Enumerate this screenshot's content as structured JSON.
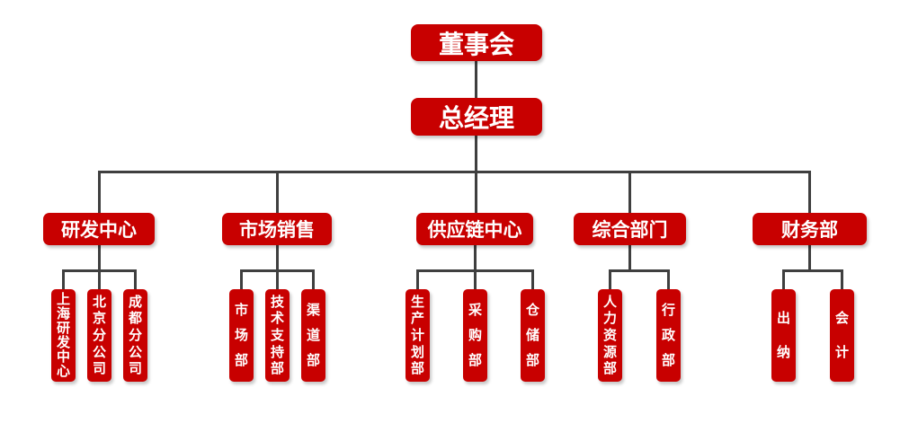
{
  "org_chart": {
    "nodes": {
      "board": "董事会",
      "general_manager": "总经理"
    },
    "branches": [
      {
        "label": "研发中心",
        "children": [
          "上海研发中心",
          "北京分公司",
          "成都分公司"
        ]
      },
      {
        "label": "市场销售",
        "children": [
          "市场部",
          "技术支持部",
          "渠道部"
        ]
      },
      {
        "label": "供应链中心",
        "children": [
          "生产计划部",
          "采购部",
          "仓储部"
        ]
      },
      {
        "label": "综合部门",
        "children": [
          "人力资源部",
          "行政部"
        ]
      },
      {
        "label": "财务部",
        "children": [
          "出纳",
          "会计"
        ]
      }
    ],
    "colors": {
      "node_fill": "#c80000",
      "node_text": "#ffffff",
      "connector": "#3f3f3f",
      "background": "#ffffff"
    }
  }
}
